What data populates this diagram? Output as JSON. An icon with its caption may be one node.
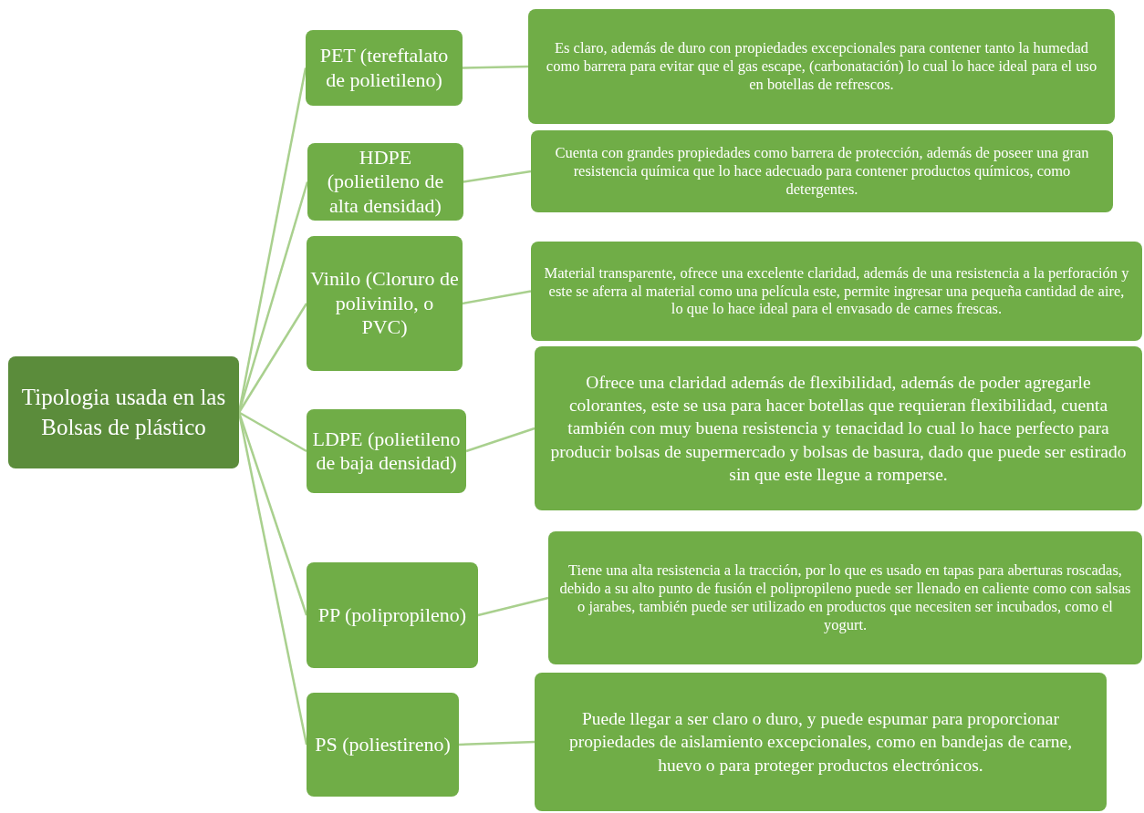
{
  "diagram": {
    "nodes": [
      {
        "text": [
          "Tipologia usada en las Bolsas de plástico"
        ]
      },
      {
        "text": [
          "PET (tereftalato de polietileno)"
        ]
      },
      {
        "text": [
          "Es claro, además de duro con propiedades excepcionales para contener tanto la humedad como barrera para evitar que el gas escape, (carbonatación) lo cual lo hace ideal para el uso en botellas de refrescos."
        ]
      },
      {
        "text": [
          "HDPE (polietileno de alta densidad)"
        ]
      },
      {
        "text": [
          "Cuenta con grandes propiedades como barrera de protección, además de poseer una gran resistencia química que lo hace adecuado para contener productos químicos, como detergentes."
        ]
      },
      {
        "text": [
          "Vinilo (Cloruro de polivinilo, o PVC)"
        ]
      },
      {
        "text": [
          "Material transparente, ofrece una excelente claridad, además de una resistencia a la perforación y este se aferra al material como una película este, permite ingresar una pequeña cantidad de aire, lo que lo hace ideal para el envasado de carnes frescas."
        ]
      },
      {
        "text": [
          "LDPE (polietileno de baja densidad)"
        ]
      },
      {
        "text": [
          "Ofrece una claridad además de flexibilidad, además de poder agregarle colorantes, este se usa para hacer botellas que requieran flexibilidad, cuenta también con muy buena resistencia y tenacidad lo cual lo hace perfecto para producir bolsas de supermercado y bolsas de basura, dado que puede ser estirado sin que este llegue a romperse."
        ]
      },
      {
        "text": [
          "PP (polipropileno)"
        ]
      },
      {
        "text": [
          "Tiene una alta resistencia a la tracción, por lo que es usado en tapas para aberturas roscadas, debido a su alto punto de fusión el polipropileno puede ser llenado en caliente como con salsas o jarabes, también puede ser utilizado en productos que necesiten ser incubados, como el yogurt."
        ]
      },
      {
        "text": [
          "PS (poliestireno)"
        ]
      },
      {
        "text": [
          "Puede llegar a ser claro o duro, y puede espumar para proporcionar propiedades de aislamiento excepcionales, como en bandejas de carne, huevo o para proteger productos electrónicos."
        ]
      }
    ],
    "edges": [
      {
        "from": 0,
        "to": 1,
        "arrow": "none"
      },
      {
        "from": 0,
        "to": 3,
        "arrow": "none"
      },
      {
        "from": 0,
        "to": 5,
        "arrow": "none"
      },
      {
        "from": 0,
        "to": 7,
        "arrow": "none"
      },
      {
        "from": 0,
        "to": 9,
        "arrow": "none"
      },
      {
        "from": 0,
        "to": 11,
        "arrow": "none"
      },
      {
        "from": 1,
        "to": 2,
        "arrow": "none"
      },
      {
        "from": 3,
        "to": 4,
        "arrow": "none"
      },
      {
        "from": 5,
        "to": 6,
        "arrow": "none"
      },
      {
        "from": 7,
        "to": 8,
        "arrow": "none"
      },
      {
        "from": 9,
        "to": 10,
        "arrow": "none"
      },
      {
        "from": 11,
        "to": 12,
        "arrow": "none"
      }
    ]
  }
}
